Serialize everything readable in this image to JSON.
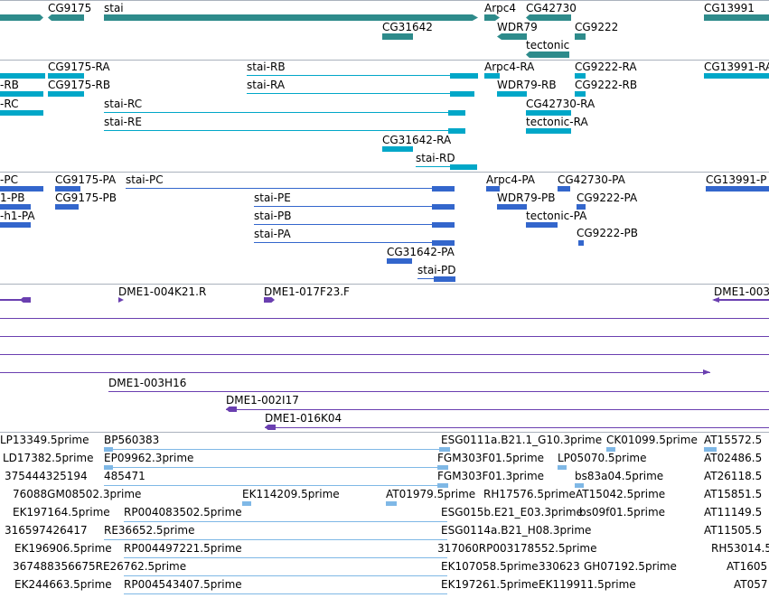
{
  "colors": {
    "gene": "#2e8b8b",
    "transcript": "#00a7c8",
    "protein": "#3366cc",
    "bac": "#6a3fb0",
    "est": "#7fb8e6",
    "separator": "#aab2bd"
  },
  "tracks": {
    "genes": {
      "features": [
        {
          "label": "CG9175"
        },
        {
          "label": "stai"
        },
        {
          "label": "Arpc4"
        },
        {
          "label": "CG42730"
        },
        {
          "label": "CG13991"
        },
        {
          "label": "CG31642"
        },
        {
          "label": "WDR79"
        },
        {
          "label": "CG9222"
        },
        {
          "label": "tectonic"
        }
      ]
    },
    "transcripts": {
      "features": [
        {
          "label": "CG9175-RA"
        },
        {
          "label": "stai-RB"
        },
        {
          "label": "Arpc4-RA"
        },
        {
          "label": "CG9222-RA"
        },
        {
          "label": "CG13991-RA"
        },
        {
          "label": "-RB"
        },
        {
          "label": "CG9175-RB"
        },
        {
          "label": "stai-RA"
        },
        {
          "label": "WDR79-RB"
        },
        {
          "label": "CG9222-RB"
        },
        {
          "label": "-RC"
        },
        {
          "label": "stai-RC"
        },
        {
          "label": "CG42730-RA"
        },
        {
          "label": "stai-RE"
        },
        {
          "label": "tectonic-RA"
        },
        {
          "label": "CG31642-RA"
        },
        {
          "label": "stai-RD"
        }
      ]
    },
    "proteins": {
      "features": [
        {
          "label": "-PC"
        },
        {
          "label": "CG9175-PA"
        },
        {
          "label": "stai-PC"
        },
        {
          "label": "Arpc4-PA"
        },
        {
          "label": "CG42730-PA"
        },
        {
          "label": "CG13991-P"
        },
        {
          "label": "1-PB"
        },
        {
          "label": "CG9175-PB"
        },
        {
          "label": "stai-PE"
        },
        {
          "label": "WDR79-PB"
        },
        {
          "label": "CG9222-PA"
        },
        {
          "label": "-h1-PA"
        },
        {
          "label": "stai-PB"
        },
        {
          "label": "tectonic-PA"
        },
        {
          "label": "stai-PA"
        },
        {
          "label": "CG9222-PB"
        },
        {
          "label": "CG31642-PA"
        },
        {
          "label": "stai-PD"
        }
      ]
    },
    "bacs": {
      "features": [
        {
          "label": "DME1-004K21.R"
        },
        {
          "label": "DME1-017F23.F"
        },
        {
          "label": "DME1-003"
        },
        {
          "label": "DME1-003H16"
        },
        {
          "label": "DME1-002I17"
        },
        {
          "label": "DME1-016K04"
        }
      ]
    },
    "ests": {
      "features": [
        {
          "label": "LP13349.5prime"
        },
        {
          "label": "BP560383"
        },
        {
          "label": "ESG0111a.B21.1_G10.3prime"
        },
        {
          "label": "CK01099.5prime"
        },
        {
          "label": "AT15572.5"
        },
        {
          "label": "LD17382.5prime"
        },
        {
          "label": "EP09962.3prime"
        },
        {
          "label": "FGM303F01.5prime"
        },
        {
          "label": "LP05070.5prime"
        },
        {
          "label": "AT02486.5"
        },
        {
          "label": "375444325194"
        },
        {
          "label": "485471"
        },
        {
          "label": "FGM303F01.3prime"
        },
        {
          "label": "bs83a04.5prime"
        },
        {
          "label": "AT26118.5"
        },
        {
          "label": "76088GM08502.3prime"
        },
        {
          "label": "EK114209.5prime"
        },
        {
          "label": "AT01979.5prime"
        },
        {
          "label": "RH17576.5prime"
        },
        {
          "label": "AT15042.5prime"
        },
        {
          "label": "AT15851.5"
        },
        {
          "label": "EK197164.5prime"
        },
        {
          "label": "RP004083502.5prime"
        },
        {
          "label": "ESG015b.E21_E03.3prime"
        },
        {
          "label": "bs09f01.5prime"
        },
        {
          "label": "AT11149.5"
        },
        {
          "label": "316597426417"
        },
        {
          "label": "RE36652.5prime"
        },
        {
          "label": "ESG0114a.B21_H08.3prime"
        },
        {
          "label": "AT11505.5"
        },
        {
          "label": "EK196906.5prime"
        },
        {
          "label": "RP004497221.5prime"
        },
        {
          "label": "317060RP003178552.5prime"
        },
        {
          "label": "RH53014.5"
        },
        {
          "label": "367488356675RE26762.5prime"
        },
        {
          "label": "EK107058.5prime"
        },
        {
          "label": "330623"
        },
        {
          "label": "GH07192.5prime"
        },
        {
          "label": "AT1605"
        },
        {
          "label": "EK244663.5prime"
        },
        {
          "label": "RP004543407.5prime"
        },
        {
          "label": "EK197261.5prime"
        },
        {
          "label": "EK119911.5prime"
        },
        {
          "label": "AT057"
        }
      ]
    }
  }
}
